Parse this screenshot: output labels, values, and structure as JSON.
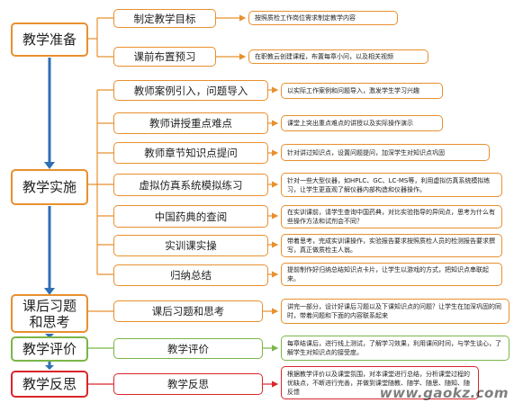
{
  "stages": [
    {
      "label": "教学准备",
      "color": "orange"
    },
    {
      "label": "教学实施",
      "color": "orange"
    },
    {
      "label": "课后习题\n和思考",
      "color": "orange"
    },
    {
      "label": "教学评价",
      "color": "green"
    },
    {
      "label": "教学反思",
      "color": "red"
    }
  ],
  "steps": [
    {
      "label": "制定教学目标",
      "desc": "按照质检工作岗位需求制定教学内容"
    },
    {
      "label": "课前布置预习",
      "desc": "在职教云创建课程，布置每章小问，以及相关视频"
    },
    {
      "label": "教师案例引入，问题导入",
      "desc": "以实际工作案例和问题导入，激发学生学习兴趣"
    },
    {
      "label": "教师讲授重点难点",
      "desc": "课堂上突出重点难点的讲授以及实际操作演示"
    },
    {
      "label": "教师章节知识点提问",
      "desc": "针对讲过知识点，设置问题提问，加深学生对知识点巩固"
    },
    {
      "label": "虚拟仿真系统模拟练习",
      "desc": "针对一些大型仪器，如HPLC、GC、LC-MS等，利用虚拟仿真系统模拟练习，让学生更直观了解仪器内部构造和仪器操作。"
    },
    {
      "label": "中国药典的查阅",
      "desc": "在实训课前，请学生查询中国药典，对比实验指导的异同点，思考为什么有些操作方法和试剂会不同？"
    },
    {
      "label": "实训课实操",
      "desc": "带着思考，完成实训课操作，实验报告要求按照质检人员的检测报告要求撰写，真正做质检主人翁。"
    },
    {
      "label": "归纳总结",
      "desc": "提前制作好归纳总结知识点卡片，让学生以游戏的方式，把知识点串联起来。"
    },
    {
      "label": "课后习题和思考",
      "desc": "讲完一部分，设计好课后习题以及下课知识点的问题？让学生在加深巩固的同时，带着问题和下面的内容联系起来"
    },
    {
      "label": "教学评价",
      "desc": "每章结课后，进行线上测试，了解学习效果，利用课间时间，与学生谈心，了解学生对知识点的接受度。"
    },
    {
      "label": "教学反思",
      "desc": "根据教学评价以及课堂氛围，对本课堂进行总结，分析课堂过程的优缺点，不断进行完善，并做到课堂随教、随学、随思、随知、随反馈"
    }
  ],
  "watermark": "www.gaokz.com",
  "colors": {
    "orange": "#e8902e",
    "green": "#7ab648",
    "red": "#d9262b"
  }
}
